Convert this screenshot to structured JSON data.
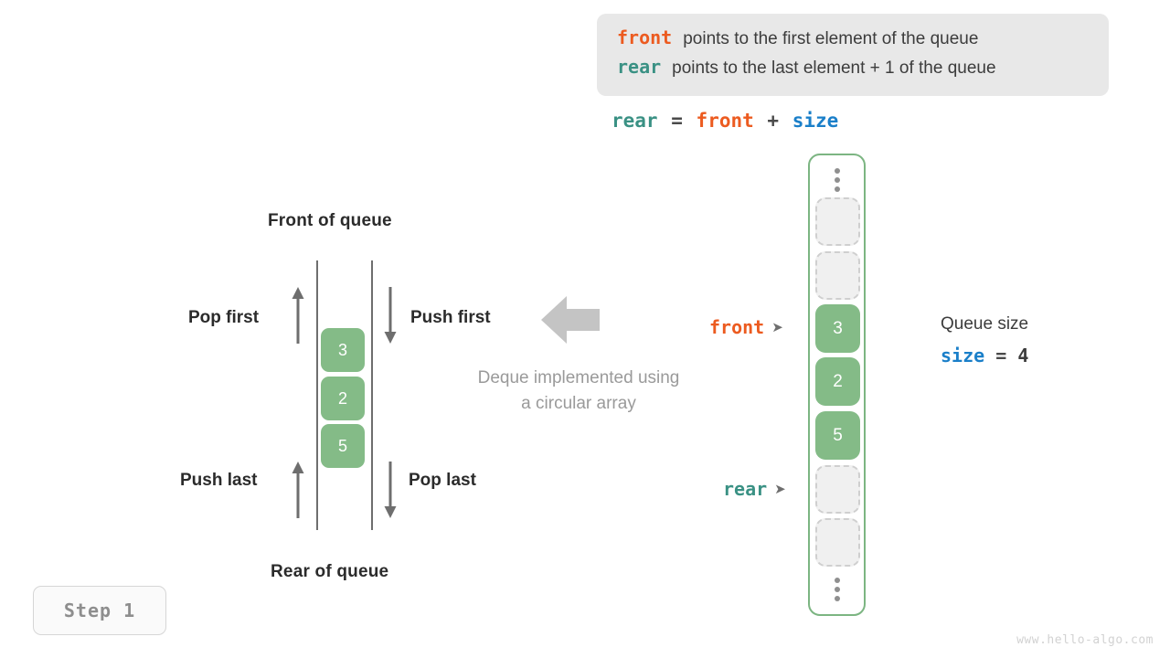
{
  "legend": {
    "lines": [
      {
        "keyword": "front",
        "keyword_color": "#ec5b20",
        "text": "points to the first element of the queue"
      },
      {
        "keyword": "rear",
        "keyword_color": "#3a9184",
        "text": "points to the last element + 1 of the queue"
      }
    ]
  },
  "formula": {
    "lhs": "rear",
    "equals": "=",
    "rhs_a": "front",
    "plus": "+",
    "rhs_b": "size"
  },
  "deque": {
    "front_label": "Front of queue",
    "rear_label": "Rear of queue",
    "operations": {
      "pop_first": "Pop first",
      "push_first": "Push first",
      "push_last": "Push last",
      "pop_last": "Pop last"
    },
    "cells": [
      "3",
      "2",
      "5"
    ]
  },
  "caption": {
    "line1": "Deque implemented using",
    "line2": "a circular array"
  },
  "array": {
    "slots": [
      {
        "value": "",
        "state": "empty"
      },
      {
        "value": "",
        "state": "empty"
      },
      {
        "value": "3",
        "state": "filled"
      },
      {
        "value": "2",
        "state": "filled"
      },
      {
        "value": "5",
        "state": "filled"
      },
      {
        "value": "",
        "state": "empty"
      },
      {
        "value": "",
        "state": "empty"
      }
    ],
    "pointers": {
      "front": {
        "label": "front",
        "color": "#ec5b20",
        "glyph": "➤"
      },
      "rear": {
        "label": "rear",
        "color": "#3a9184",
        "glyph": "➤"
      }
    }
  },
  "queue_size": {
    "caption": "Queue size",
    "var": "size",
    "equals": "=",
    "value": "4"
  },
  "step_badge": {
    "label": "Step 1"
  },
  "watermark": {
    "text": "www.hello-algo.com"
  },
  "colors": {
    "front": "#ec5b20",
    "rear": "#3a9184",
    "size": "#1a7fc9",
    "cell_green": "#84bb87",
    "array_border": "#7cb582",
    "legend_bg": "#e8e8e8",
    "muted": "#9a9a9a",
    "hint_arrow": "#c4c4c4"
  }
}
